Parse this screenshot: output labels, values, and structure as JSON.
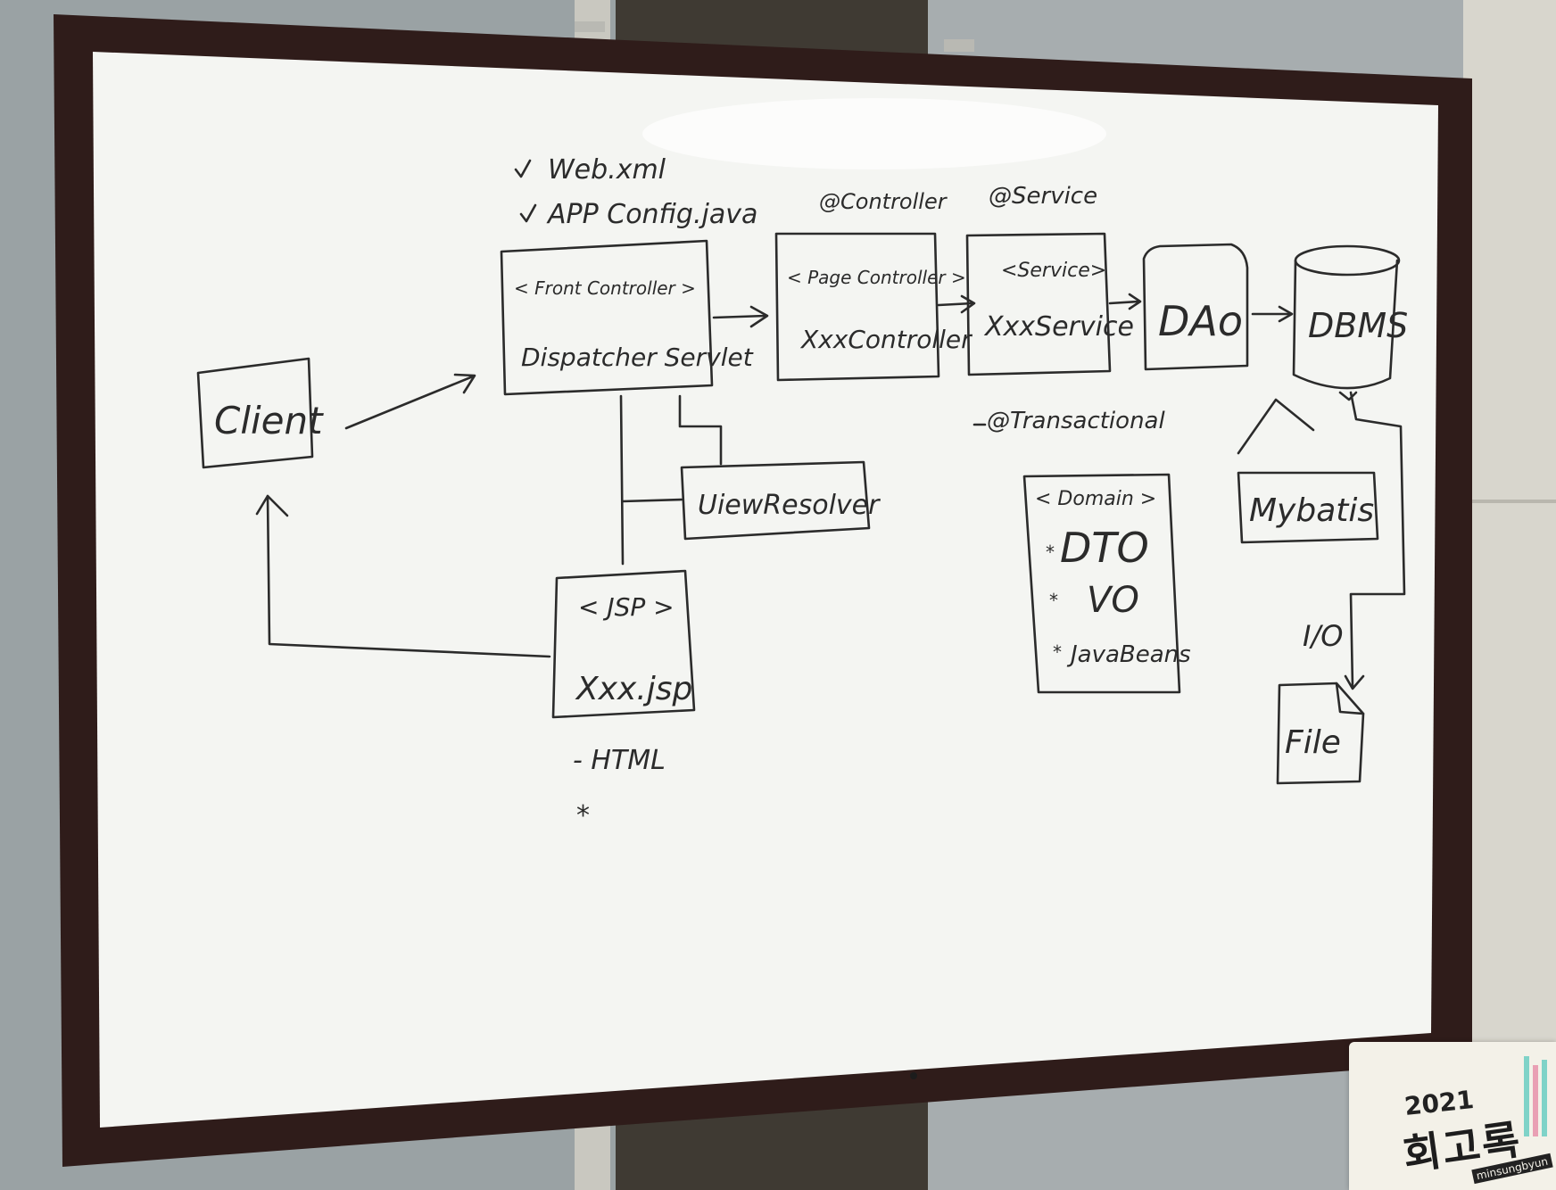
{
  "diagram": {
    "client": "Client",
    "config": [
      "Web.xml",
      "APP Config.java"
    ],
    "front_controller": {
      "stereotype": "< Front Controller >",
      "name": "Dispatcher Servlet"
    },
    "page_controller": {
      "annotation": "@Controller",
      "stereotype": "< Page Controller >",
      "name": "XxxController"
    },
    "service": {
      "annotation": "@Service",
      "stereotype": "<Service>",
      "name": "XxxService",
      "note": "@Transactional"
    },
    "dao": "DAo",
    "dbms": "DBMS",
    "mybatis": "Mybatis",
    "view_resolver": "UiewResolver",
    "jsp": {
      "stereotype": "< JSP >",
      "name": "Xxx.jsp",
      "notes": [
        "- HTML",
        "*"
      ]
    },
    "domain": {
      "stereotype": "< Domain >",
      "items": [
        "DTO",
        "VO",
        "JavaBeans"
      ]
    },
    "io_label": "I/O",
    "file": "File"
  },
  "watermark": {
    "year": "2021",
    "title": "회고록",
    "byline": "minsungbyun"
  },
  "colors": {
    "ink": "#2b2b2b",
    "board": "#f4f5f2",
    "frame": "#2f1c1a"
  }
}
